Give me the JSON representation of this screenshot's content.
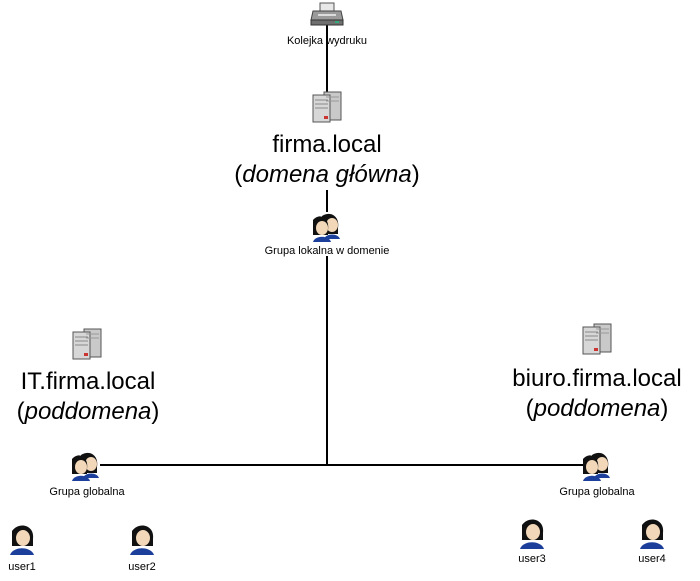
{
  "print_queue": {
    "label": "Kolejka wydruku",
    "icon": "printer-icon"
  },
  "root_domain": {
    "name": "firma.local",
    "paren_open": "(",
    "role": "domena główna",
    "paren_close": ")",
    "icon": "server-icon"
  },
  "domain_local_group": {
    "label": "Grupa lokalna w domenie",
    "icon": "users-group-icon"
  },
  "left_subdomain": {
    "name": "IT.firma.local",
    "paren_open": "(",
    "role": "poddomena",
    "paren_close": ")",
    "icon": "server-icon",
    "group": {
      "label": "Grupa globalna",
      "icon": "users-group-icon"
    },
    "users": [
      {
        "label": "user1",
        "icon": "user-icon"
      },
      {
        "label": "user2",
        "icon": "user-icon"
      }
    ]
  },
  "right_subdomain": {
    "name": "biuro.firma.local",
    "paren_open": "(",
    "role": "poddomena",
    "paren_close": ")",
    "icon": "server-icon",
    "group": {
      "label": "Grupa globalna",
      "icon": "users-group-icon"
    },
    "users": [
      {
        "label": "user3",
        "icon": "user-icon"
      },
      {
        "label": "user4",
        "icon": "user-icon"
      }
    ]
  }
}
